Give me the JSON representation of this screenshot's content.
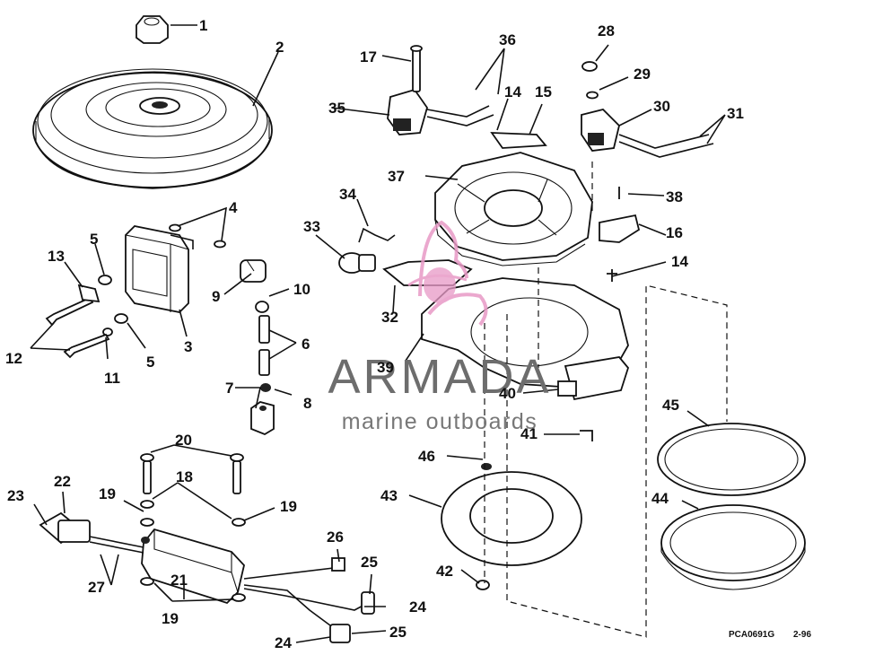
{
  "diagram": {
    "callouts": [
      "1",
      "2",
      "3",
      "4",
      "5",
      "5",
      "6",
      "7",
      "8",
      "9",
      "10",
      "11",
      "12",
      "13",
      "14",
      "14",
      "15",
      "16",
      "17",
      "18",
      "19",
      "19",
      "19",
      "20",
      "21",
      "22",
      "23",
      "24",
      "24",
      "25",
      "25",
      "26",
      "27",
      "28",
      "29",
      "30",
      "31",
      "32",
      "33",
      "34",
      "35",
      "36",
      "37",
      "38",
      "39",
      "40",
      "41",
      "42",
      "43",
      "44",
      "45",
      "46"
    ],
    "watermark": {
      "title": "ARMADA",
      "subtitle": "marine outboards"
    },
    "figure_code": "PCA0691G",
    "figure_date": "2-96"
  },
  "colors": {
    "ink": "#111111",
    "watermark": "#6d6d6d",
    "logo_pink": "#e89ac6"
  }
}
